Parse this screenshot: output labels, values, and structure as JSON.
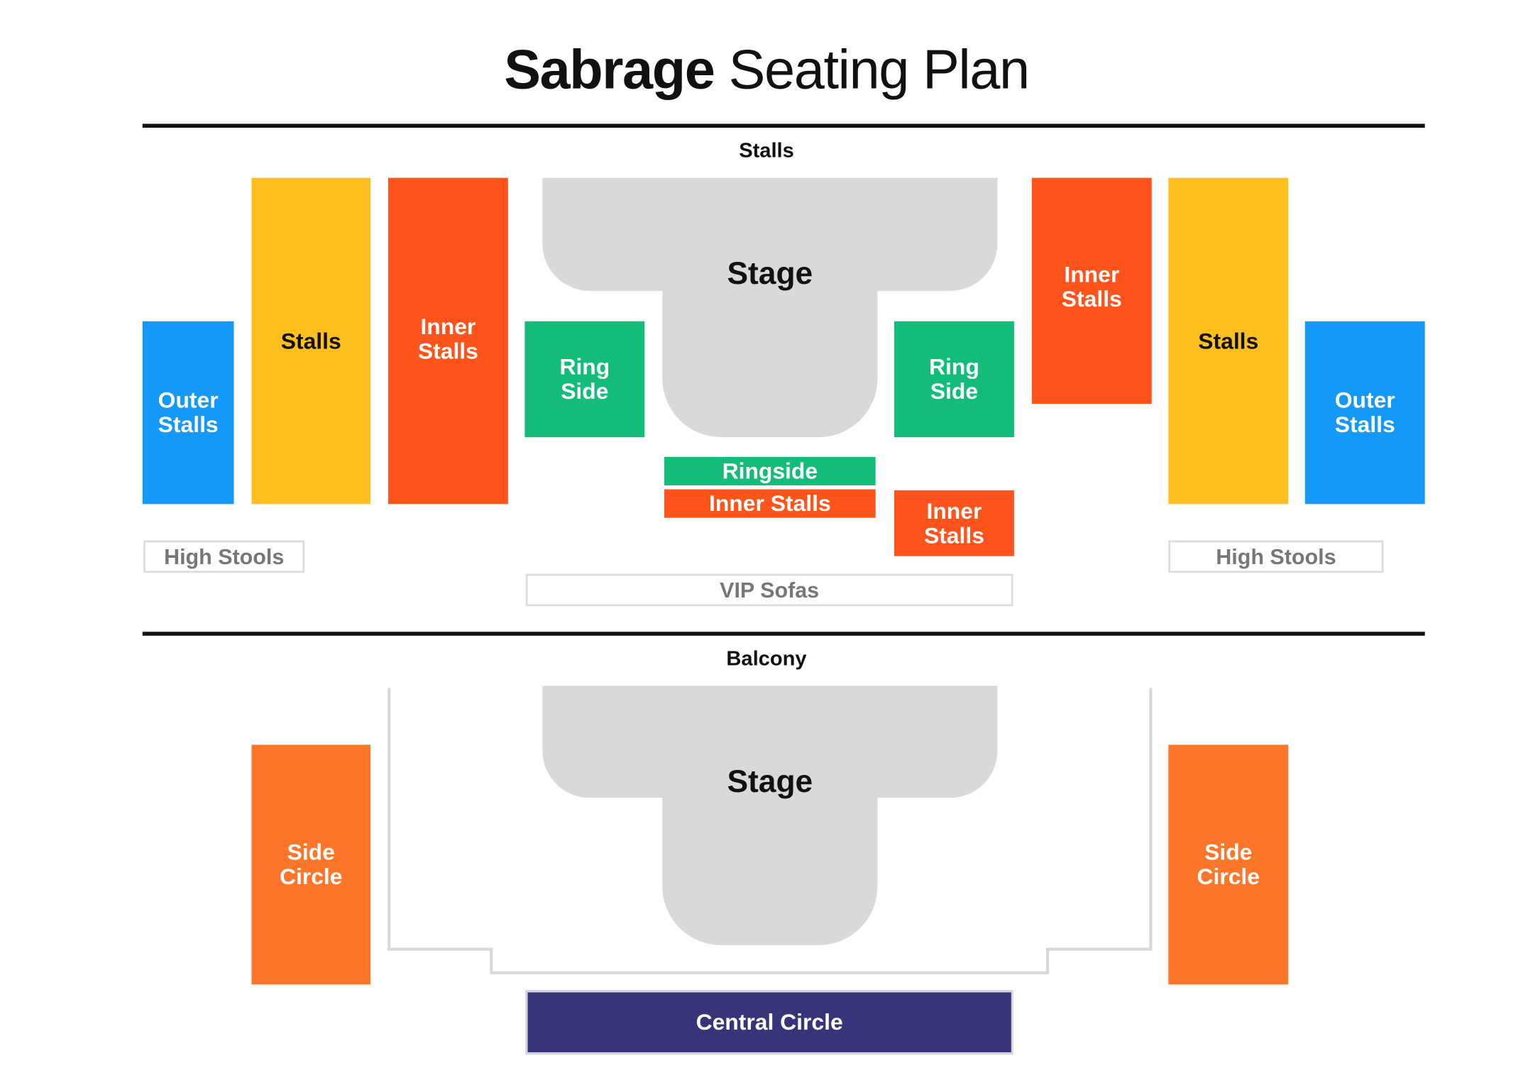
{
  "title": {
    "bold": "Sabrage",
    "rest": "Seating Plan"
  },
  "stalls_section": {
    "label": "Stalls",
    "stage": "Stage",
    "outer_stalls_left": "Outer\nStalls",
    "stalls_left": "Stalls",
    "inner_stalls_left": "Inner\nStalls",
    "ring_side_left": "Ring\nSide",
    "ring_side_right": "Ring\nSide",
    "inner_stalls_right": "Inner\nStalls",
    "stalls_right": "Stalls",
    "outer_stalls_right": "Outer\nStalls",
    "ringside_center": "Ringside",
    "inner_stalls_center": "Inner Stalls",
    "inner_stalls_small": "Inner\nStalls",
    "high_stools_left": "High Stools",
    "high_stools_right": "High Stools",
    "vip_sofas": "VIP Sofas"
  },
  "balcony_section": {
    "label": "Balcony",
    "stage": "Stage",
    "side_circle_left": "Side\nCircle",
    "side_circle_right": "Side\nCircle",
    "central_circle": "Central Circle"
  },
  "colors": {
    "outer_stalls": "#1499F8",
    "stalls": "#FDBF1E",
    "inner_stalls": "#FE531A",
    "ring_side": "#14BC7A",
    "side_circle": "#FD762A",
    "central_circle": "#38347A",
    "stage": "#D9D9D9"
  }
}
